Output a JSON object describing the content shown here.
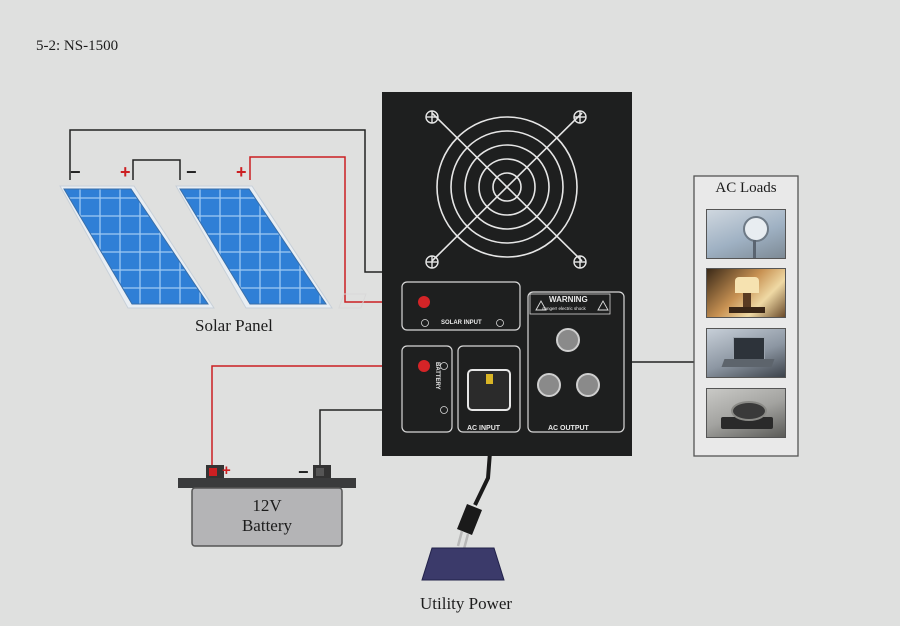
{
  "model_label": "5-2: NS-1500",
  "solar_panel": {
    "label": "Solar Panel",
    "panel1_neg": "−",
    "panel1_pos": "+",
    "panel2_neg": "−",
    "panel2_pos": "+"
  },
  "inverter": {
    "solar_input_label": "SOLAR INPUT",
    "battery_port_label": "BATTERY",
    "ac_input_label": "AC INPUT",
    "ac_output_label": "AC OUTPUT",
    "warning_title": "WARNING",
    "warning_text": "danger! electric shock"
  },
  "ac_loads": {
    "title": "AC Loads",
    "items": [
      "fan-image",
      "lamp-image",
      "laptop-image",
      "cooker-image"
    ]
  },
  "battery": {
    "voltage": "12V",
    "name": "Battery",
    "pos": "+",
    "neg": "−"
  },
  "utility_label": "Utility Power",
  "colors": {
    "background": "#dfe0df",
    "inverter_body": "#1e1f1f",
    "panel_blue": "#2f7fd6",
    "positive_wire": "#cc1f22",
    "negative_wire": "#222222"
  }
}
